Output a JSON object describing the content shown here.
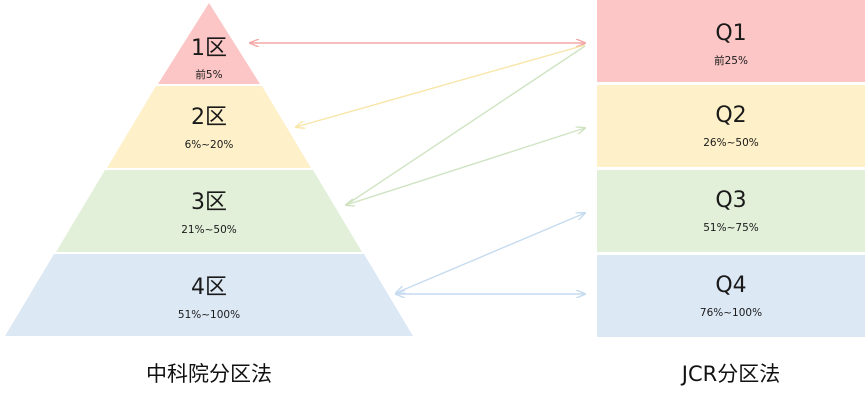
{
  "pyramid": {
    "tiers": [
      {
        "title": "1区",
        "range": "前5%",
        "color": "#fcc6c6"
      },
      {
        "title": "2区",
        "range": "6%~20%",
        "color": "#fef0c8"
      },
      {
        "title": "3区",
        "range": "21%~50%",
        "color": "#e2efd9"
      },
      {
        "title": "4区",
        "range": "51%~100%",
        "color": "#dde8f5"
      }
    ],
    "caption": "中科院分区法"
  },
  "jcr": {
    "quartiles": [
      {
        "title": "Q1",
        "range": "前25%",
        "color": "#fcc6c6"
      },
      {
        "title": "Q2",
        "range": "26%~50%",
        "color": "#fef0c8"
      },
      {
        "title": "Q3",
        "range": "51%~75%",
        "color": "#e2efd9"
      },
      {
        "title": "Q4",
        "range": "76%~100%",
        "color": "#dde8f5"
      }
    ],
    "caption": "JCR分区法"
  },
  "connectors": [
    {
      "from": "1区",
      "to": "Q1",
      "color": "#f4a7a7"
    },
    {
      "from": "Q1",
      "to": "2区",
      "color": "#f8e6a8"
    },
    {
      "from": "Q2",
      "to": "3区",
      "color": "#cfe3c2"
    },
    {
      "from": "Q1",
      "to": "3区",
      "color": "#cfe3c2"
    },
    {
      "from": "Q3",
      "to": "4区",
      "color": "#c6dbf0"
    },
    {
      "from": "4区",
      "to": "Q4",
      "color": "#c6dbf0"
    }
  ]
}
